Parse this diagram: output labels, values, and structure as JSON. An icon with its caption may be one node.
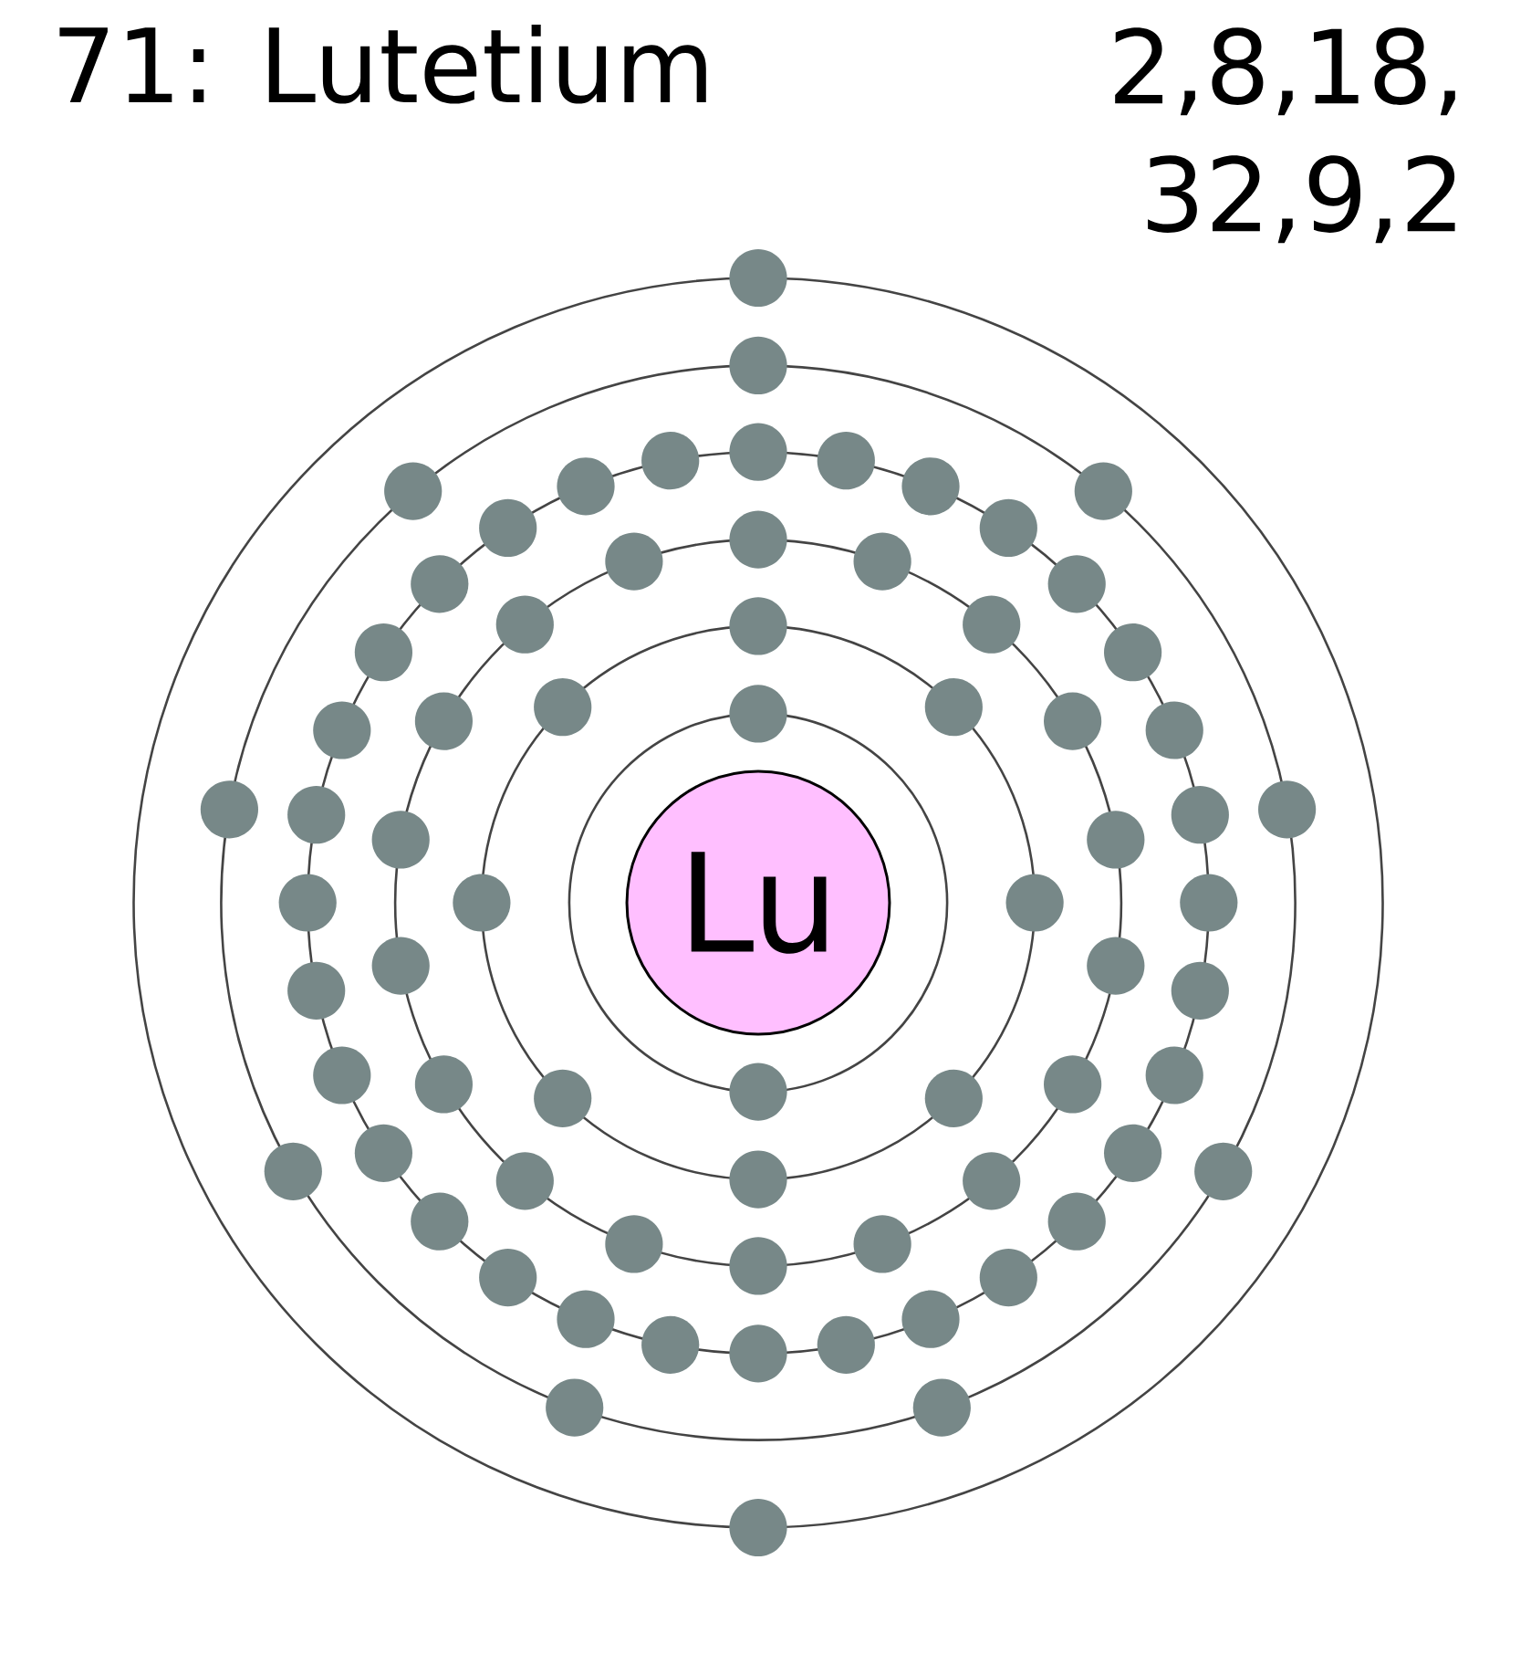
{
  "diagram": {
    "title": "71: Lutetium",
    "nodes": [
      {
        "text": [
          "Lu"
        ]
      }
    ],
    "labels": [
      "2,8,18, 32,9,2"
    ]
  }
}
